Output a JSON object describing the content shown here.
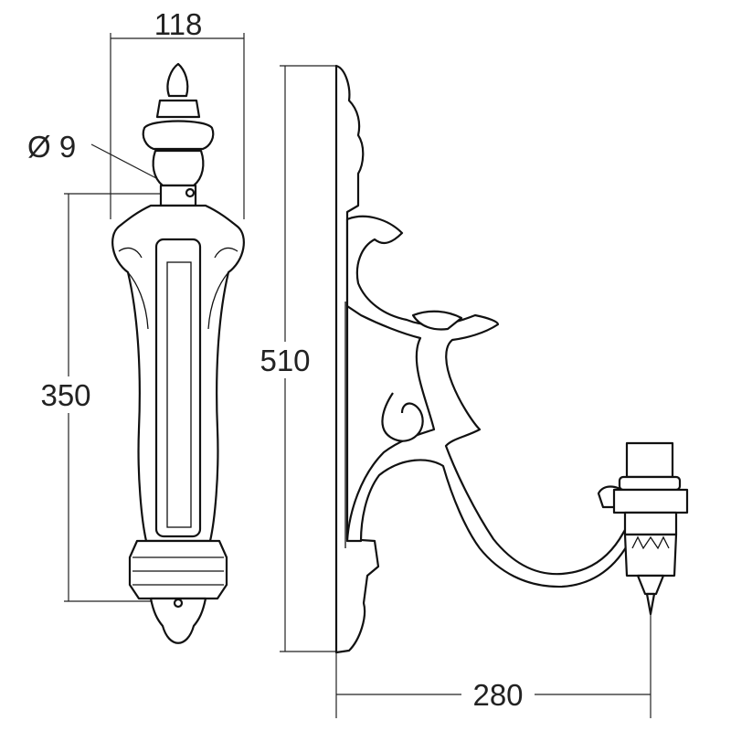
{
  "dimensions": {
    "width": "118",
    "hole_diameter": "Ø 9",
    "mount_height": "350",
    "total_height": "510",
    "projection": "280"
  }
}
